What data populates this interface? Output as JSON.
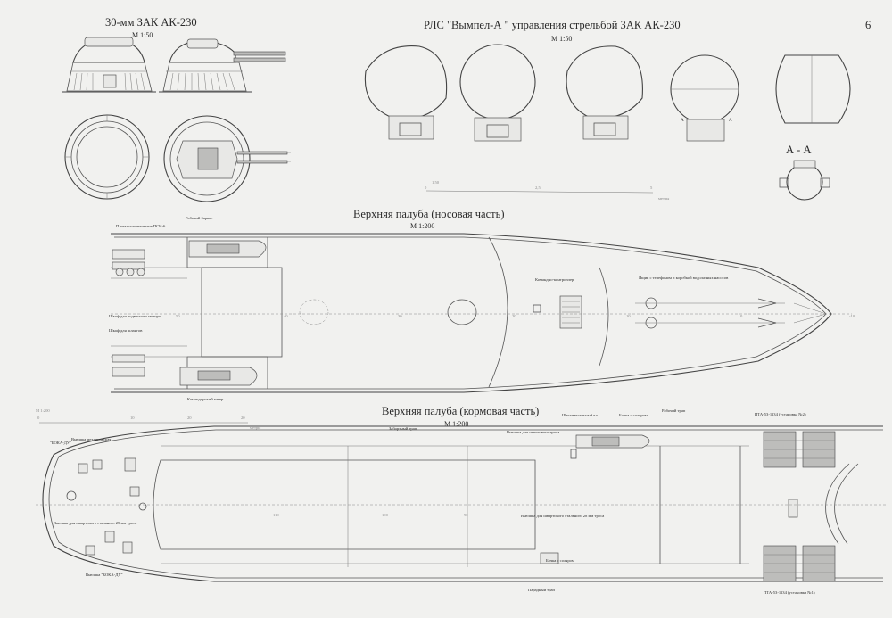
{
  "page_number": "6",
  "ak230": {
    "title": "30-мм ЗАК АК-230",
    "scale": "М 1:50"
  },
  "radar": {
    "title": "РЛС \"Вымпел-А \" управления стрельбой ЗАК АК-230",
    "scale": "М 1:50",
    "section_title": "А - А",
    "section_mark_a1": "А",
    "section_mark_a2": "А"
  },
  "scale_bar_top": {
    "ticks": [
      "0",
      "1,50",
      "2,5",
      "5"
    ],
    "unit": "метры"
  },
  "bow_deck": {
    "title": "Верхняя палуба (носовая часть)",
    "scale": "М 1:200",
    "labels": {
      "life_rafts": "Плоты спасательные ПСН-6",
      "work_boat": "Рабочий баркас",
      "outboard_cabinet": "Шкаф для подвесного мотора",
      "diver_cabinet": "Шкаф для шлангов",
      "commander_boat": "Командирский катер",
      "command_post": "Командно-контроллер",
      "phone_box": "Ящик с телефоном и коробкой водолазных насосов"
    },
    "frames": [
      "50",
      "40",
      "30",
      "20",
      "10",
      "0",
      "-10"
    ]
  },
  "stern_deck": {
    "title": "Верхняя палуба (кормовая часть)",
    "scale": "М 1:200",
    "labels": {
      "boka_du_top": "\"БОКА-ДУ\"",
      "mech_winch": "Вьюшка механическая",
      "boarding_ladder": "Забортный трап",
      "winch_rope_top": "Вьюшка для пенькового троса",
      "six_oar": "Шестивесельный ял",
      "fuel_barrels_top": "Бочка с соляром",
      "work_ladder": "Рабочий трап",
      "pta_2": "ПТА-53-1134 (установка №2)",
      "mooring_winch_25": "Вьюшка для швартового стального 25 мм троса",
      "mooring_winch_28": "Вьюшка для швартового стального 28 мм троса",
      "fuel_barrels_bottom": "Бочка с соляром",
      "boka_du_bottom": "Вьюшка \"БОКА-ДУ\"",
      "parade_ladder": "Парадный трап",
      "pta_1": "ПТА-53-1134 (установка №1)"
    },
    "frames": [
      "110",
      "100",
      "90"
    ]
  },
  "scale_bar_left": {
    "scale": "М 1:200",
    "ticks": [
      "0",
      "10",
      "20",
      "20"
    ],
    "unit": "метры"
  }
}
